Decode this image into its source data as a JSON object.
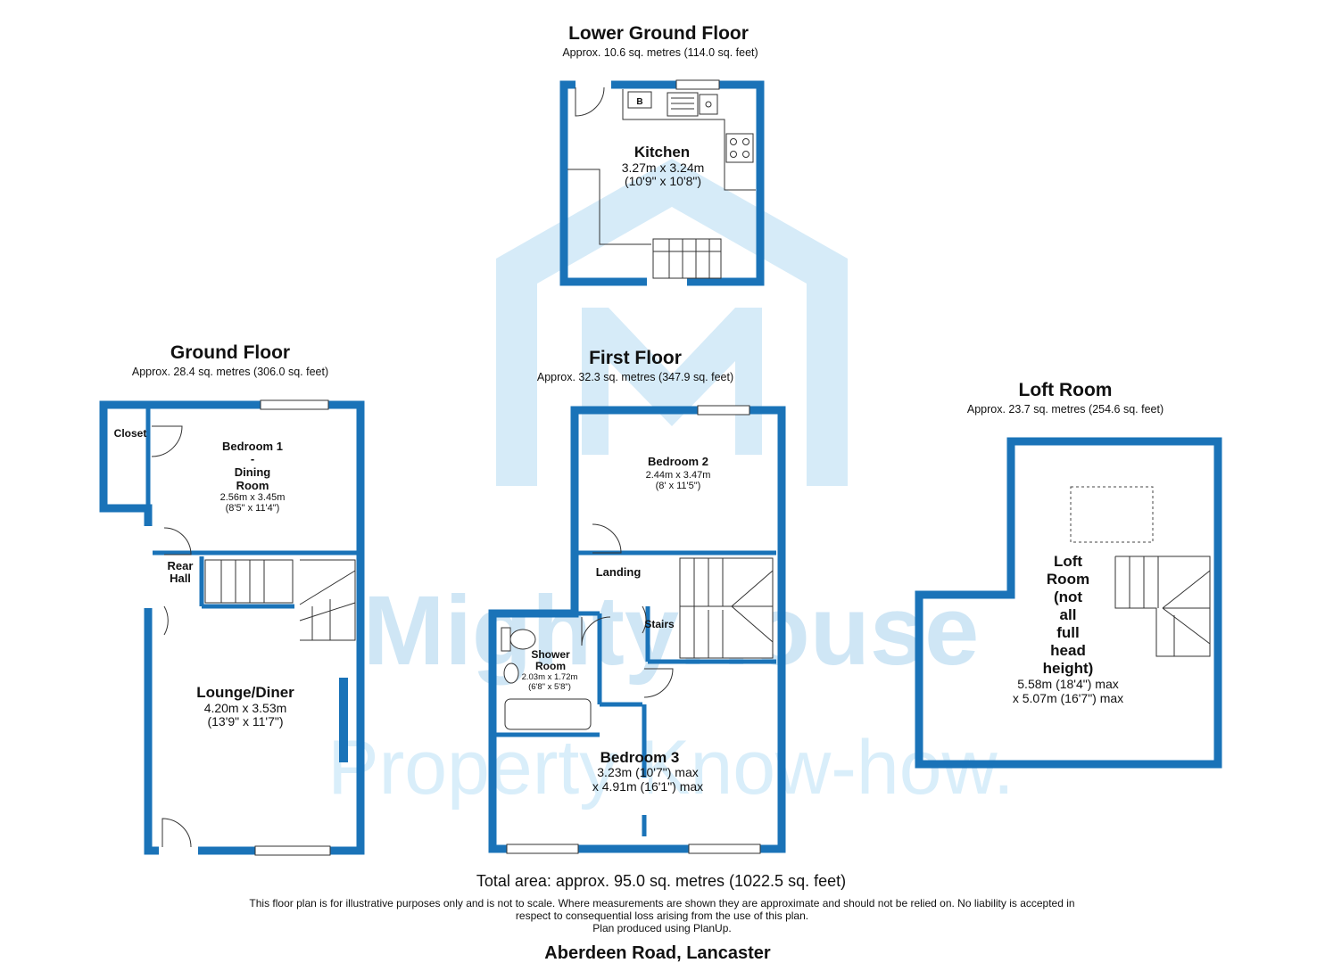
{
  "title": "Aberdeen Road, Lancaster",
  "watermark": {
    "brand": "MightyHouse",
    "tagline": "Property Know-how."
  },
  "colors": {
    "wall": "#1a73b8",
    "watermark": "#cfe6f5",
    "text": "#111111"
  },
  "floors": [
    {
      "name": "Lower Ground Floor",
      "area": "Approx. 10.6 sq. metres (114.0 sq. feet)",
      "rooms": [
        {
          "name": "Kitchen",
          "dims": "3.27m x 3.24m",
          "dims_imperial": "(10'9\" x 10'8\")"
        }
      ],
      "labels": {
        "boiler": "B"
      }
    },
    {
      "name": "Ground Floor",
      "area": "Approx. 28.4 sq. metres (306.0 sq. feet)",
      "rooms": [
        {
          "name": "Closet"
        },
        {
          "name_lines": [
            "Bedroom 1",
            "-",
            "Dining",
            "Room"
          ],
          "dims": "2.56m x 3.45m",
          "dims_imperial": "(8'5\" x 11'4\")"
        },
        {
          "name_lines": [
            "Rear",
            "Hall"
          ]
        },
        {
          "name": "Lounge/Diner",
          "dims": "4.20m x 3.53m",
          "dims_imperial": "(13'9\" x 11'7\")"
        }
      ]
    },
    {
      "name": "First Floor",
      "area": "Approx. 32.3 sq. metres (347.9 sq. feet)",
      "rooms": [
        {
          "name": "Bedroom 2",
          "dims": "2.44m x 3.47m",
          "dims_imperial": "(8' x 11'5\")"
        },
        {
          "name": "Landing"
        },
        {
          "name": "Stairs"
        },
        {
          "name_lines": [
            "Shower",
            "Room"
          ],
          "dims": "2.03m x 1.72m",
          "dims_imperial": "(6'8\" x 5'8\")"
        },
        {
          "name": "Bedroom 3",
          "dims": "3.23m (10'7\") max",
          "dims_imperial": "x 4.91m (16'1\") max"
        }
      ]
    },
    {
      "name": "Loft Room",
      "area": "Approx. 23.7 sq. metres (254.6 sq. feet)",
      "rooms": [
        {
          "name_lines": [
            "Loft",
            "Room",
            "(not",
            "all",
            "full",
            "head",
            "height)"
          ],
          "dims": "5.58m (18'4\") max",
          "dims_imperial": "x 5.07m (16'7\") max"
        }
      ]
    }
  ],
  "footer": {
    "total": "Total area: approx. 95.0 sq. metres (1022.5 sq. feet)",
    "disclaimer_lines": [
      "This floor plan is for illustrative purposes only and is not to scale. Where measurements are shown they are approximate and should not be relied on. No liability is accepted in",
      "respect to consequential loss arising from the use of this plan.",
      "Plan produced using PlanUp."
    ]
  }
}
